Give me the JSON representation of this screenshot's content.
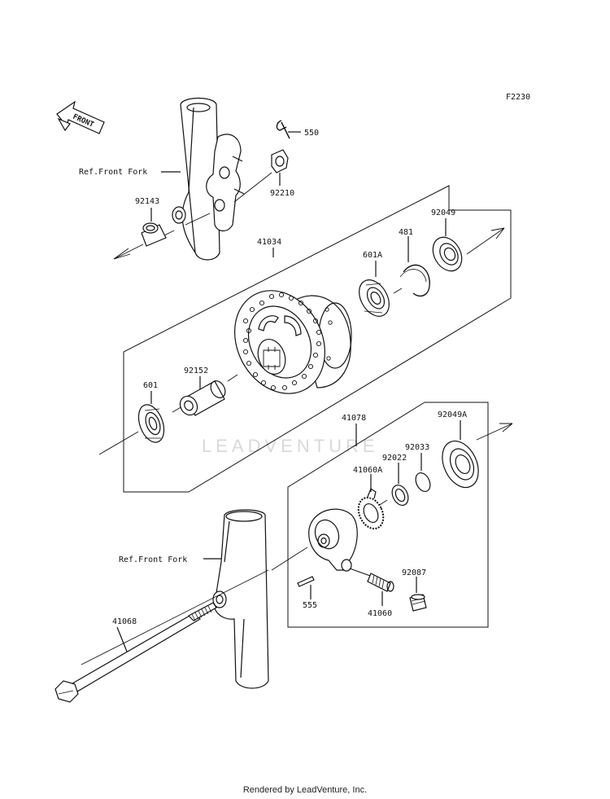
{
  "diagram_code": "F2230",
  "front_indicator": "FRONT",
  "watermark": "LEADVENTURE",
  "footer": "Rendered by LeadVenture, Inc.",
  "refs": {
    "fork_upper": "Ref.Front Fork",
    "fork_lower": "Ref.Front Fork"
  },
  "parts": {
    "p550": "550",
    "p92210": "92210",
    "p92143": "92143",
    "p41034": "41034",
    "p481": "481",
    "p92049": "92049",
    "p601A": "601A",
    "p92152": "92152",
    "p601": "601",
    "p41078": "41078",
    "p92049A": "92049A",
    "p92033": "92033",
    "p92022": "92022",
    "p41060A": "41060A",
    "p92087": "92087",
    "p555": "555",
    "p41060": "41060",
    "p41068": "41068"
  }
}
